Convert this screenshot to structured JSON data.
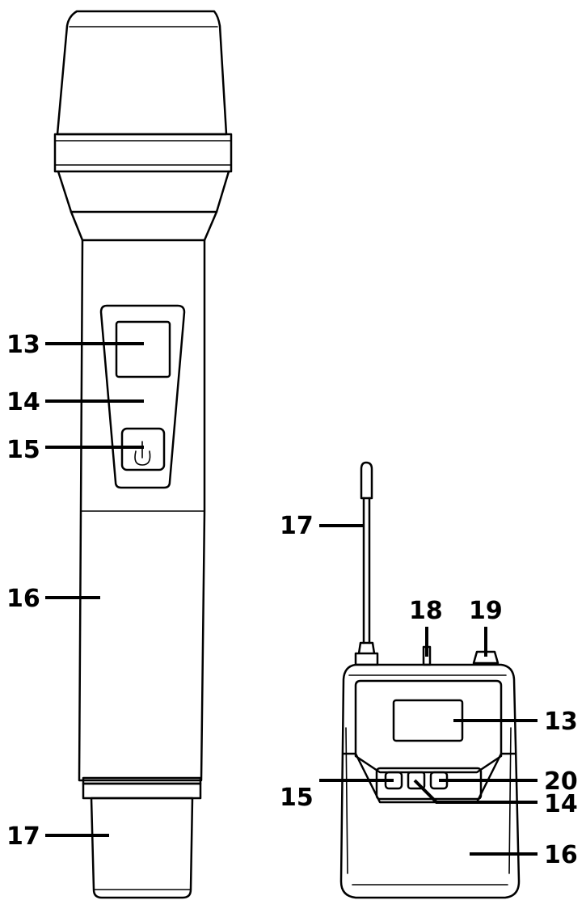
{
  "callouts": {
    "handheld": {
      "display": "13",
      "infrared_window": "14",
      "power_switch": "15",
      "battery_cover": "16",
      "antenna": "17"
    },
    "bodypack": {
      "antenna": "17",
      "input_jack": "18",
      "mute_switch": "19",
      "display": "13",
      "power_button": "15",
      "infrared_window": "14",
      "set_button": "20",
      "battery_cover": "16"
    }
  }
}
